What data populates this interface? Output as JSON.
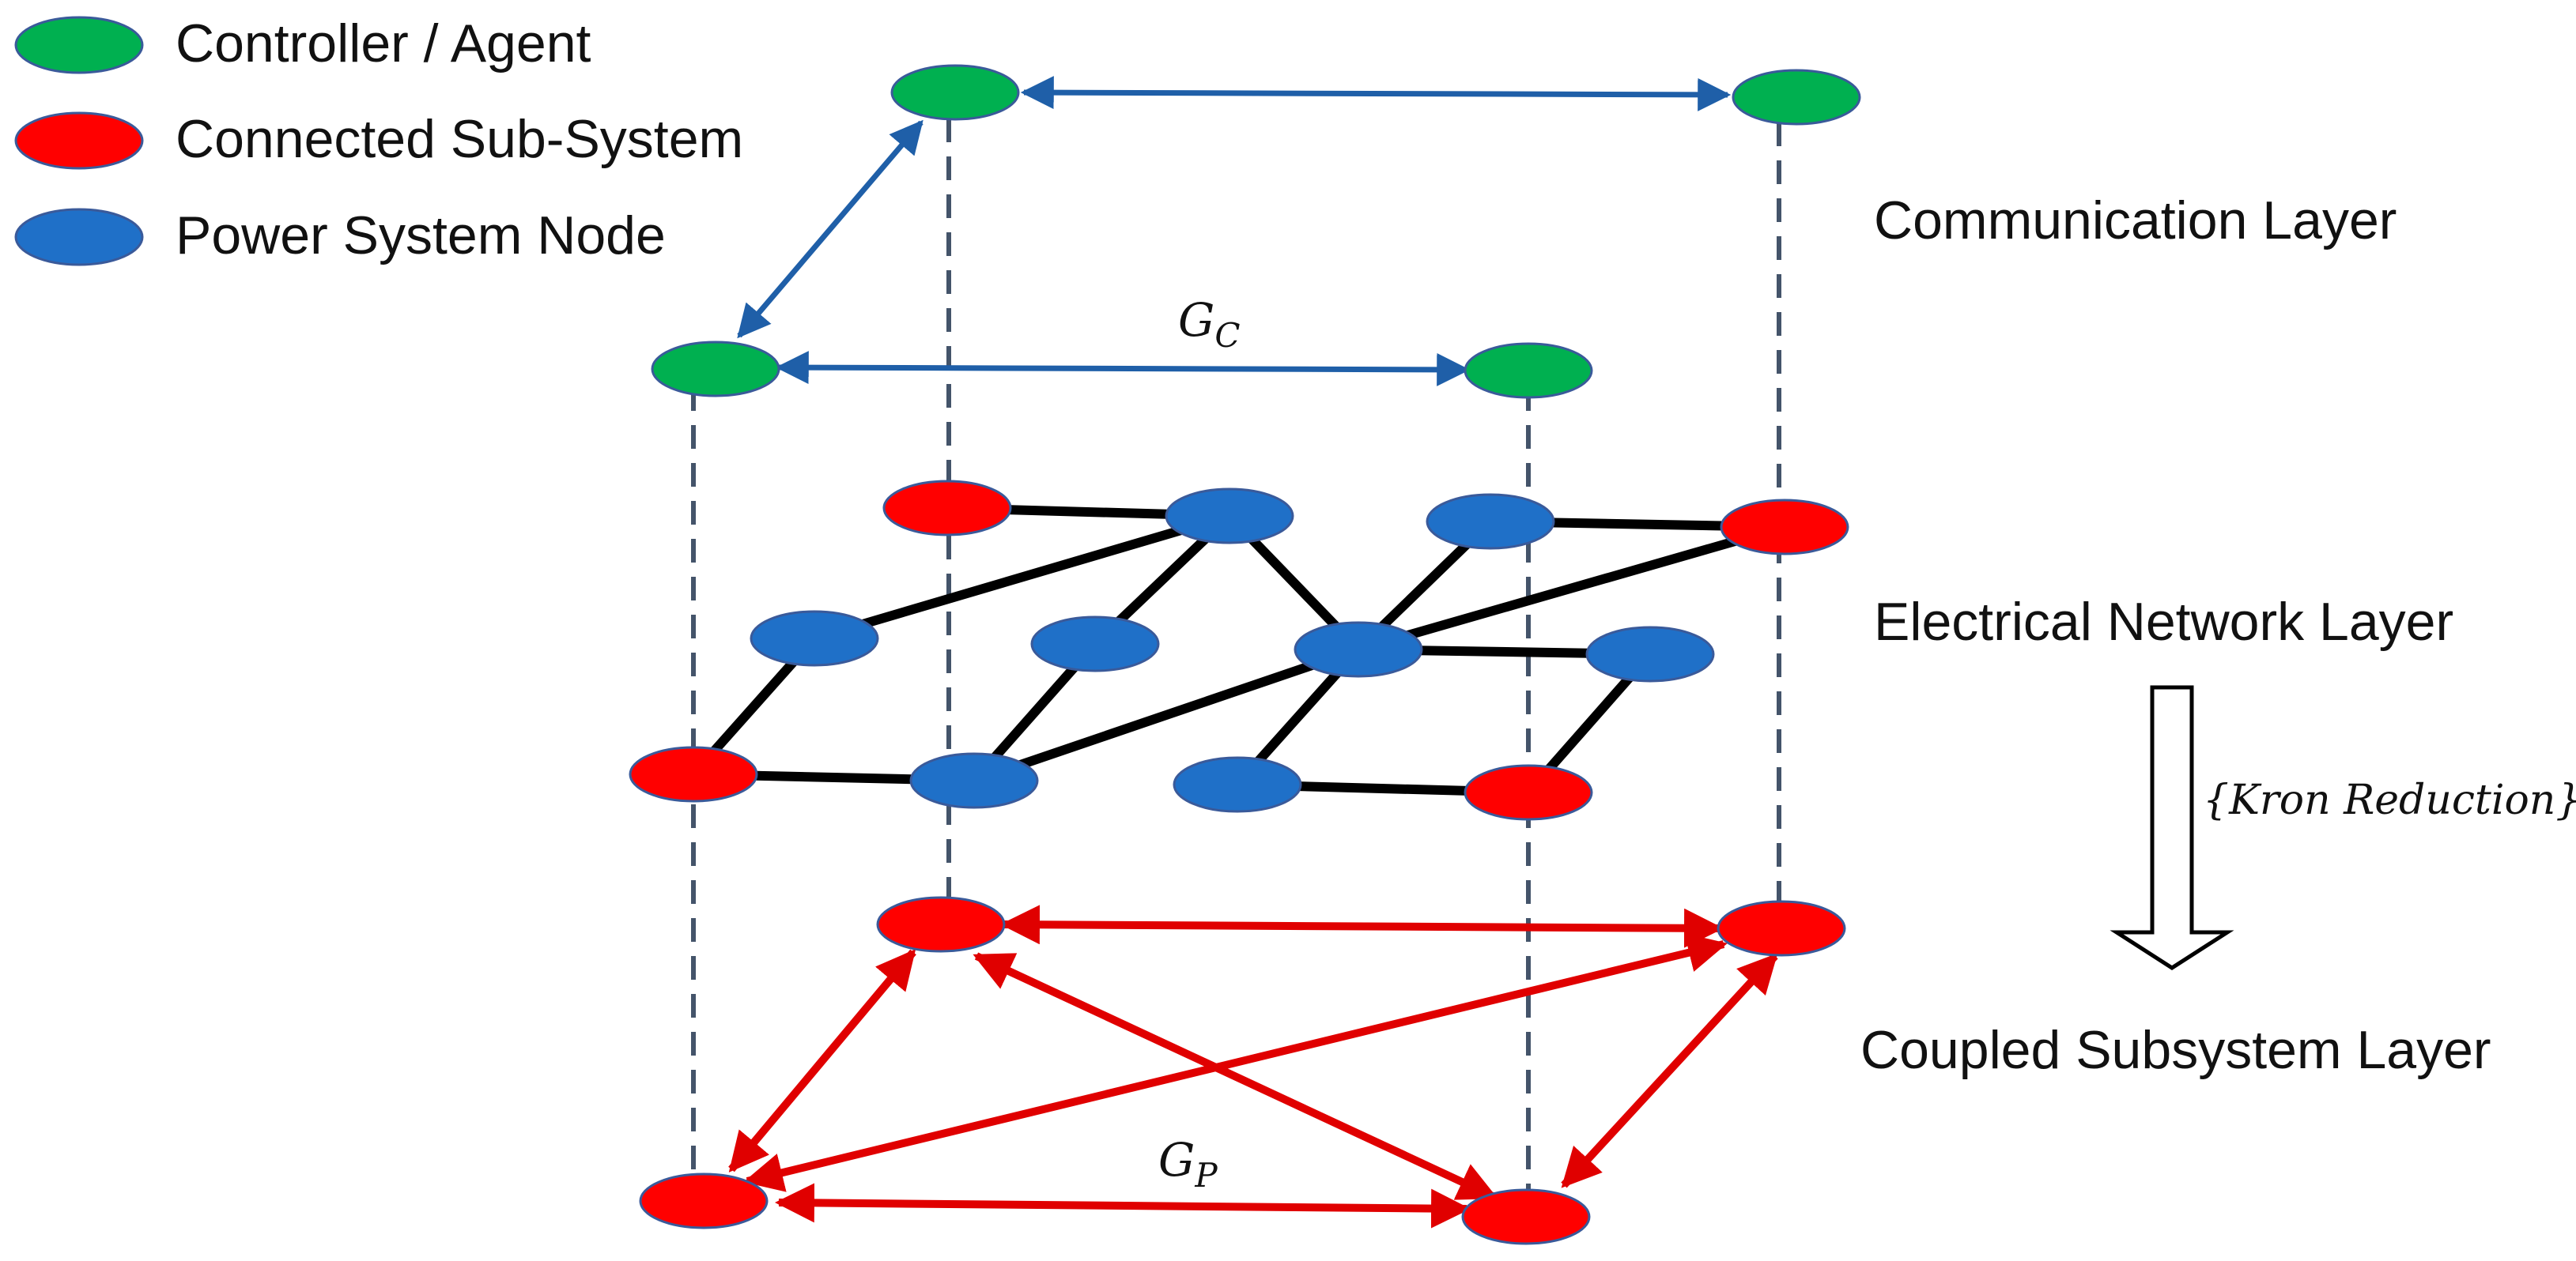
{
  "legend": {
    "controller": {
      "label": "Controller / Agent",
      "color": "#00b050"
    },
    "subsystem": {
      "label": "Connected Sub-System",
      "color": "#ff0000"
    },
    "power_node": {
      "label": "Power System Node",
      "color": "#1f70c8"
    }
  },
  "layers": {
    "communication": "Communication Layer",
    "electrical": "Electrical Network Layer",
    "coupled": "Coupled Subsystem Layer"
  },
  "graph_labels": {
    "gc_base": "G",
    "gc_sub": "C",
    "gp_base": "G",
    "gp_sub": "P"
  },
  "reduction": {
    "label": "{Kron Reduction}"
  },
  "colors": {
    "comm_edge": "#1f5fa8",
    "coupled_edge": "#e00000",
    "electrical_edge": "#000000",
    "dashed_link": "#44546a",
    "node_outline": "#3a5a9a"
  }
}
